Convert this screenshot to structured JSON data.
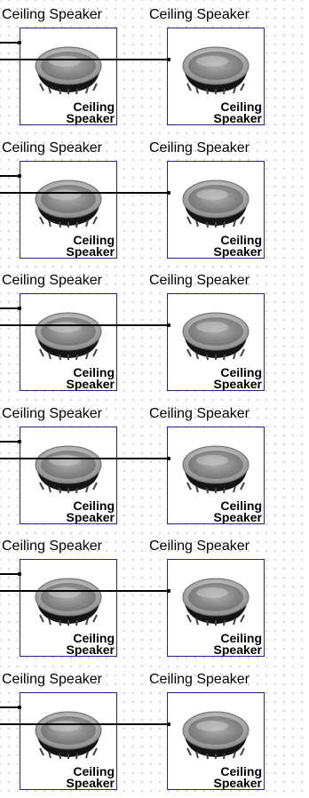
{
  "diagram": {
    "rows": [
      {
        "left": {
          "title": "Ceiling Speaker",
          "caption_line1": "Ceiling",
          "caption_line2": "Speaker",
          "icon": "ceiling-speaker-icon"
        },
        "right": {
          "title": "Ceiling Speaker",
          "caption_line1": "Ceiling",
          "caption_line2": "Speaker",
          "icon": "ceiling-speaker-icon"
        }
      },
      {
        "left": {
          "title": "Ceiling Speaker",
          "caption_line1": "Ceiling",
          "caption_line2": "Speaker",
          "icon": "ceiling-speaker-icon"
        },
        "right": {
          "title": "Ceiling Speaker",
          "caption_line1": "Ceiling",
          "caption_line2": "Speaker",
          "icon": "ceiling-speaker-icon"
        }
      },
      {
        "left": {
          "title": "Ceiling Speaker",
          "caption_line1": "Ceiling",
          "caption_line2": "Speaker",
          "icon": "ceiling-speaker-icon"
        },
        "right": {
          "title": "Ceiling Speaker",
          "caption_line1": "Ceiling",
          "caption_line2": "Speaker",
          "icon": "ceiling-speaker-icon"
        }
      },
      {
        "left": {
          "title": "Ceiling Speaker",
          "caption_line1": "Ceiling",
          "caption_line2": "Speaker",
          "icon": "ceiling-speaker-icon"
        },
        "right": {
          "title": "Ceiling Speaker",
          "caption_line1": "Ceiling",
          "caption_line2": "Speaker",
          "icon": "ceiling-speaker-icon"
        }
      },
      {
        "left": {
          "title": "Ceiling Speaker",
          "caption_line1": "Ceiling",
          "caption_line2": "Speaker",
          "icon": "ceiling-speaker-icon"
        },
        "right": {
          "title": "Ceiling Speaker",
          "caption_line1": "Ceiling",
          "caption_line2": "Speaker",
          "icon": "ceiling-speaker-icon"
        }
      },
      {
        "left": {
          "title": "Ceiling Speaker",
          "caption_line1": "Ceiling",
          "caption_line2": "Speaker",
          "icon": "ceiling-speaker-icon"
        },
        "right": {
          "title": "Ceiling Speaker",
          "caption_line1": "Ceiling",
          "caption_line2": "Speaker",
          "icon": "ceiling-speaker-icon"
        }
      }
    ],
    "colors": {
      "block_border": "#2a1f86",
      "wire": "#000000",
      "grid_dot": "#b9b9b9"
    }
  }
}
